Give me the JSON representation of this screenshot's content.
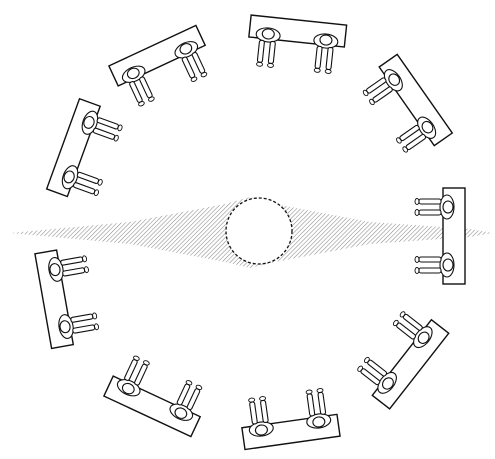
{
  "diagram": {
    "colors": {
      "ink": "#111111",
      "background": "#ffffff",
      "hatch": "#8a8a8a"
    },
    "center_element": {
      "shape": "circle",
      "border_style": "dashed"
    },
    "sightline": {
      "style": "hatched",
      "description_visible": false
    },
    "desks": [
      {
        "id": "desk-top",
        "seats": 2
      },
      {
        "id": "desk-top-right",
        "seats": 2
      },
      {
        "id": "desk-right",
        "seats": 2
      },
      {
        "id": "desk-bottom-right",
        "seats": 2
      },
      {
        "id": "desk-bottom",
        "seats": 2
      },
      {
        "id": "desk-bottom-left",
        "seats": 2
      },
      {
        "id": "desk-left",
        "seats": 2
      },
      {
        "id": "desk-upper-left",
        "seats": 2
      },
      {
        "id": "desk-top-left",
        "seats": 2
      }
    ]
  }
}
